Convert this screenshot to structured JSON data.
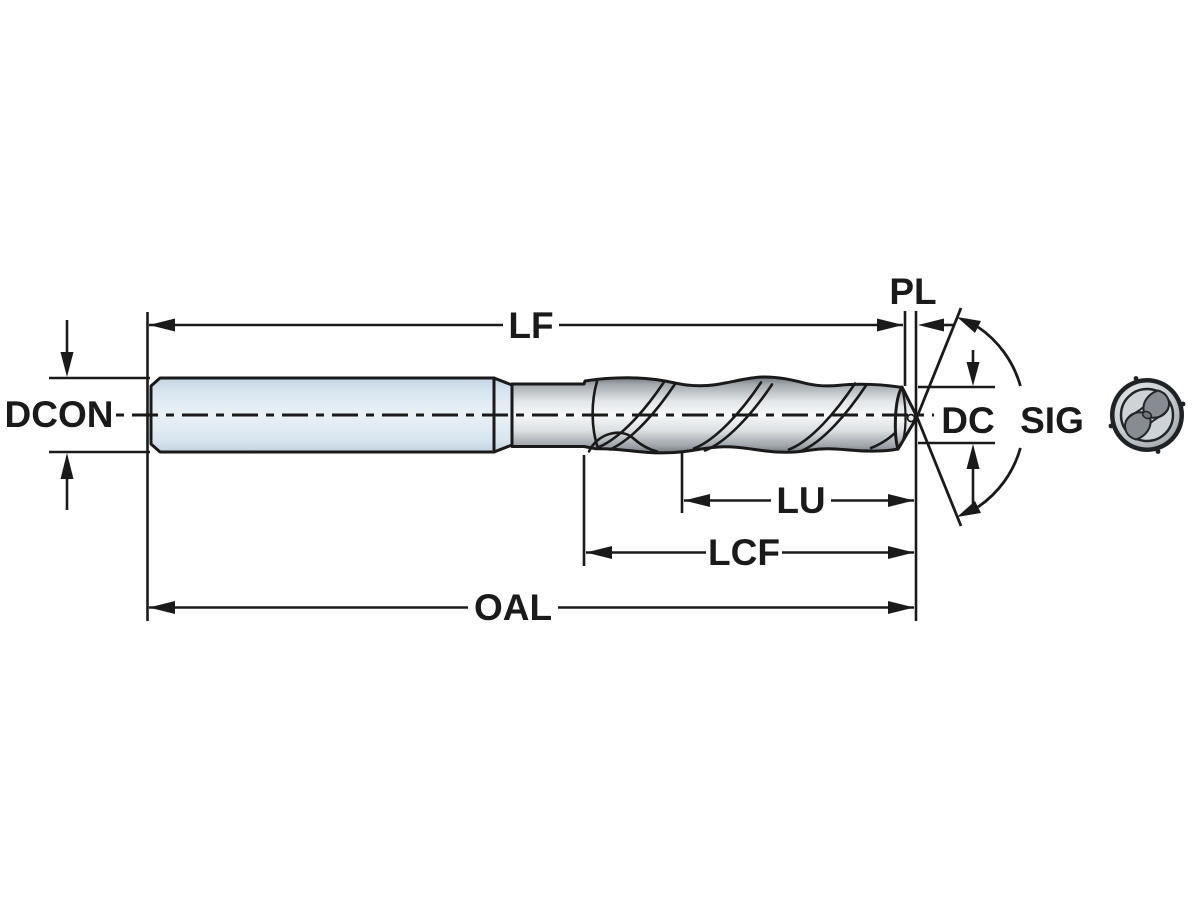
{
  "diagram": {
    "type": "technical-dimension-drawing",
    "subject": "solid-carbide-twist-drill-side-view-and-end-view",
    "labels": {
      "lf": "LF",
      "pl": "PL",
      "dcon": "DCON",
      "dc": "DC",
      "sig": "SIG",
      "lu": "LU",
      "lcf": "LCF",
      "oal": "OAL"
    },
    "colors": {
      "background": "#ffffff",
      "line": "#1a1a1a",
      "shank_fill": "#dce8f1",
      "body_highlight": "#f6f8f9",
      "body_shadow": "#70767b"
    }
  }
}
